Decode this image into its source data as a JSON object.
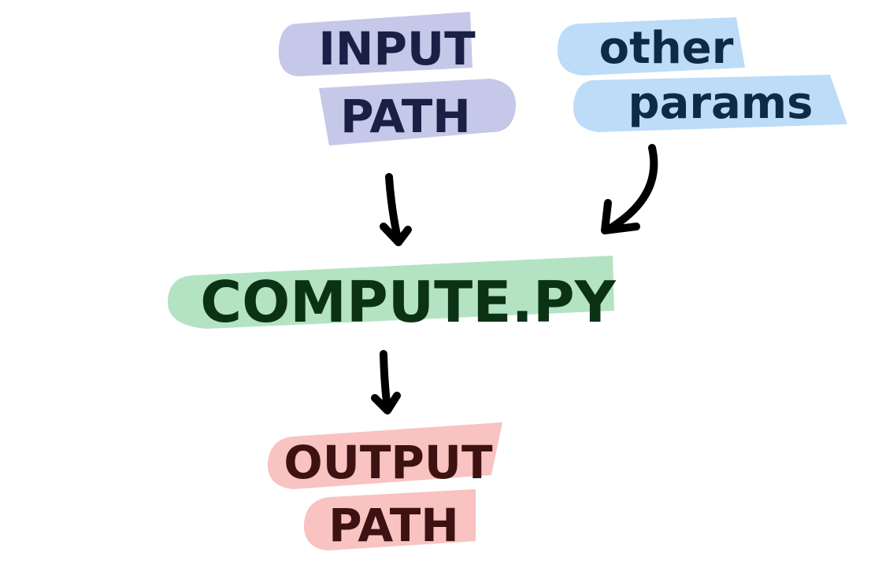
{
  "nodes": {
    "input": {
      "line1": "INPUT",
      "line2": "PATH",
      "fill": "#c5c8e8",
      "ink": "#1a1f45"
    },
    "params": {
      "line1": "other",
      "line2": "params",
      "fill": "#bcdcf8",
      "ink": "#0f2a45"
    },
    "compute": {
      "label": "COMPUTE.PY",
      "fill": "#b3e3c3",
      "ink": "#0c3216"
    },
    "output": {
      "line1": "OUTPUT",
      "line2": "PATH",
      "fill": "#f8c3c0",
      "ink": "#3e1212"
    }
  },
  "arrow_color": "#000000"
}
